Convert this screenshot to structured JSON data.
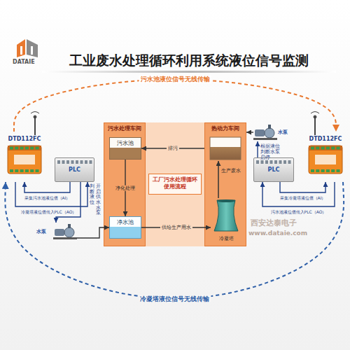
{
  "diagram": {
    "title": "工业废水处理循环利用系统液位信号监测",
    "nodes": [
      {
        "text": [
          "污水处理车间"
        ]
      },
      {
        "text": [
          "污水池"
        ],
        "in": 0
      },
      {
        "text": [
          "净水池"
        ],
        "in": 0
      },
      {
        "text": [
          "热动力车间"
        ]
      },
      {
        "text": [
          "冷凝塔"
        ],
        "in": 3
      },
      {
        "text": [
          "工厂污水处理循环使用流程"
        ]
      },
      {
        "text": [
          "DTD112FC"
        ]
      },
      {
        "text": [
          "PLC"
        ]
      },
      {
        "text": [
          "水泵"
        ]
      },
      {
        "text": [
          "DTD112FC"
        ]
      },
      {
        "text": [
          "PLC"
        ]
      },
      {
        "text": [
          "水泵"
        ]
      }
    ],
    "edges": [
      {
        "from": 1,
        "to": 2,
        "arrow": "to",
        "label": "净化处理"
      },
      {
        "from": 3,
        "to": 1,
        "arrow": "to",
        "label": "排污"
      },
      {
        "from": 2,
        "to": 4,
        "arrow": "to",
        "label": "供给生产用水"
      },
      {
        "from": 6,
        "to": 9,
        "arrow": "to",
        "label": "污水池液位信号无线传输"
      },
      {
        "from": 9,
        "to": 6,
        "arrow": "to",
        "label": "冷凝塔液位信号无线传输"
      },
      {
        "from": 7,
        "to": 6,
        "arrow": "to",
        "label": "采集污水池液位值（AI）"
      },
      {
        "from": 6,
        "to": 7,
        "arrow": "to",
        "label": "冷凝塔液位值传入PLC（AO）"
      },
      {
        "from": 7,
        "to": 8,
        "arrow": "to"
      },
      {
        "from": 8,
        "to": 2,
        "arrow": "to"
      },
      {
        "from": 10,
        "to": 9,
        "arrow": "to",
        "label": "采集冷凝塔液位值（AI）"
      },
      {
        "from": 9,
        "to": 10,
        "arrow": "to",
        "label": "污水池液位值传入PLC（AO）"
      },
      {
        "from": 10,
        "to": 11,
        "arrow": "to"
      },
      {
        "from": 11,
        "to": 3,
        "arrow": "to"
      }
    ],
    "labels": [
      "DATAIE",
      "生产废水",
      "判断液位",
      "开启供水水泵",
      "根据液位判断水泵启停",
      "西安达泰电子",
      "www.dataie.com"
    ]
  }
}
